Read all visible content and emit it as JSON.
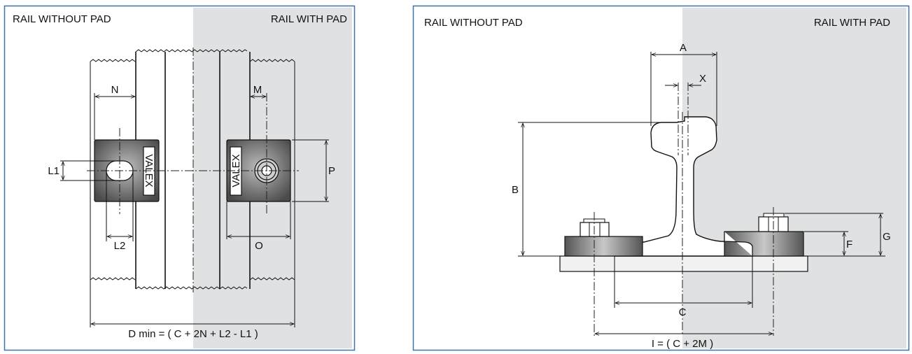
{
  "colors": {
    "border": "#3f72a8",
    "pad_side_background": "#e0e1e2",
    "clamp_fill": "#5a5a5a"
  },
  "panel_top_view": {
    "title_left": "RAIL WITHOUT PAD",
    "title_right": "RAIL WITH PAD",
    "labels": {
      "N": "N",
      "M": "M",
      "L1": "L1",
      "L2": "L2",
      "O": "O",
      "P": "P"
    },
    "clamp_text_left": "VALEX",
    "clamp_text_right": "VALEX",
    "formula": "D min = ( C + 2N + L2 - L1 )"
  },
  "panel_section_view": {
    "title_left": "RAIL WITHOUT PAD",
    "title_right": "RAIL WITH PAD",
    "labels": {
      "A": "A",
      "X": "X",
      "B": "B",
      "C": "C",
      "F": "F",
      "G": "G"
    },
    "formula": "I = ( C + 2M )"
  }
}
